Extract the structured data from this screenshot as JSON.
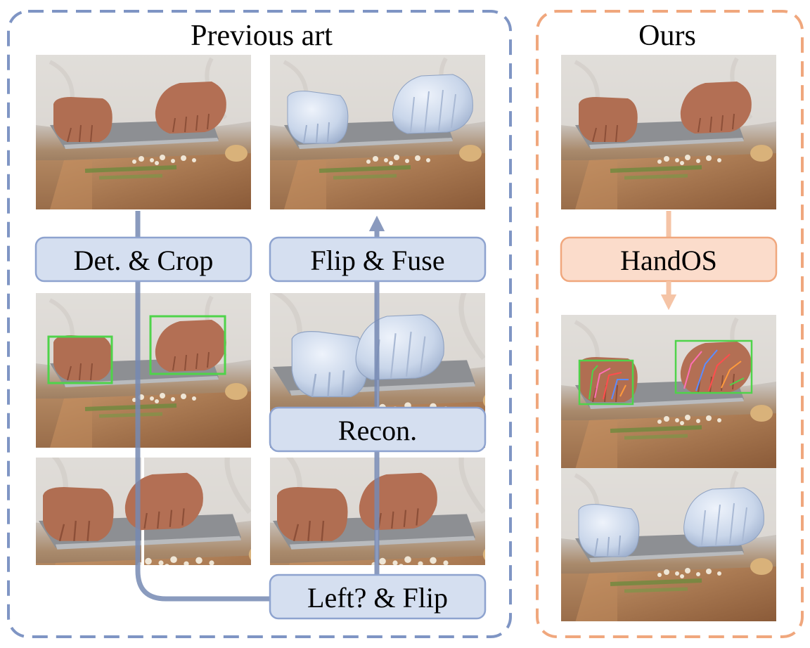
{
  "panels": {
    "previous": {
      "title": "Previous art"
    },
    "ours": {
      "title": "Ours"
    }
  },
  "steps": {
    "det_crop": "Det. & Crop",
    "flip_fuse": "Flip & Fuse",
    "recon": "Recon.",
    "left_flip": "Left? & Flip",
    "handos": "HandOS"
  },
  "colors": {
    "previous_accent": "#7f95c4",
    "ours_accent": "#f0a77d",
    "step_box_fill": "#d5dff0",
    "step_box_stroke": "#8ea3cf",
    "ours_box_fill": "#fbdccb",
    "ours_box_stroke": "#f0a77d",
    "pipeline_arrow": "#7689b3",
    "ours_arrow": "#f5c4a6",
    "detection_box": "#4fd34a"
  }
}
